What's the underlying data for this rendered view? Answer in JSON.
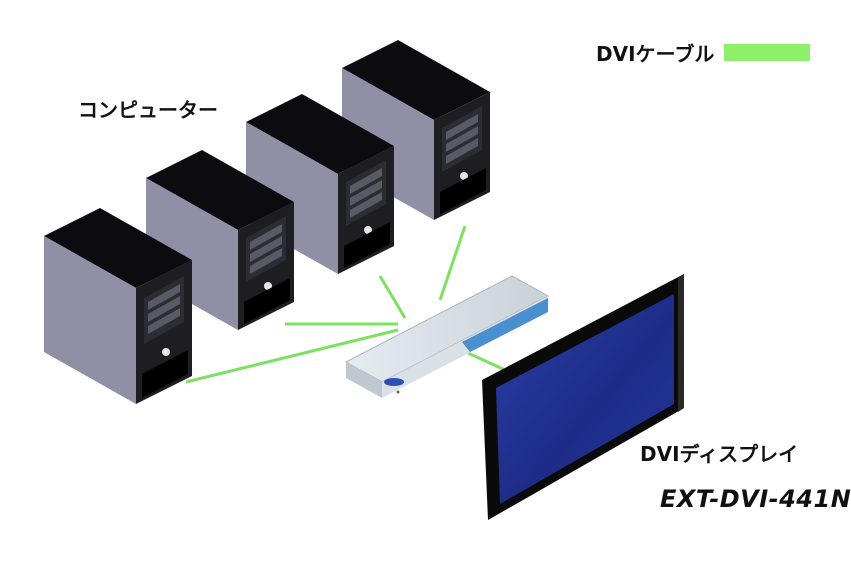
{
  "labels": {
    "computers": "コンピューター",
    "cable": "DVIケーブル",
    "display": "DVIディスプレイ",
    "model": "EXT-DVI-441N"
  },
  "icons": {
    "computer": "computer-tower-icon",
    "switch": "kvm-switch-icon",
    "display": "monitor-icon"
  },
  "colors": {
    "cable": "#7ee060",
    "cable_legend": "#8ef06a",
    "tower_side": "#8f8fa6",
    "tower_front": "#1d1d22",
    "tower_top": "#0c0c10",
    "switch_body": "#d6dde4",
    "switch_accent": "#4a8fd0",
    "screen": "#1e2f8a"
  }
}
